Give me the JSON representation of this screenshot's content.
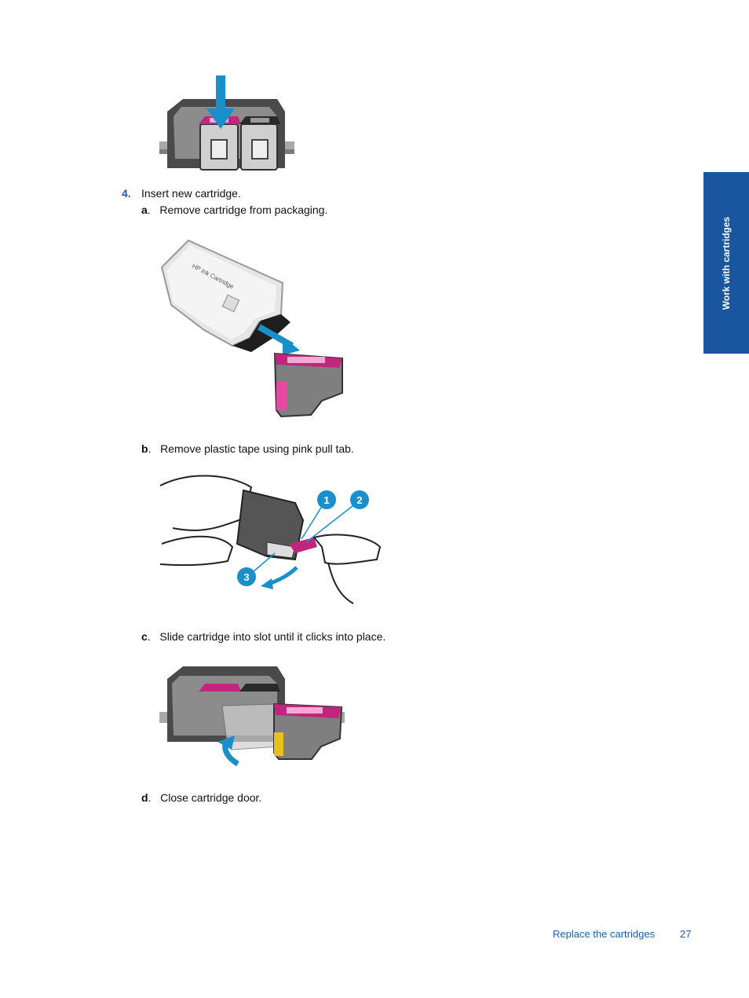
{
  "step4": {
    "number": "4.",
    "text": "Insert new cartridge."
  },
  "substeps": [
    {
      "letter": "a",
      "text": "Remove cartridge from packaging."
    },
    {
      "letter": "b",
      "text": "Remove plastic tape using pink pull tab."
    },
    {
      "letter": "c",
      "text": "Slide cartridge into slot until it clicks into place."
    },
    {
      "letter": "d",
      "text": "Close cartridge door."
    }
  ],
  "figures": {
    "packaging_text": "HP Ink Cartridge",
    "callouts": [
      "1",
      "2",
      "3"
    ]
  },
  "side_tab": {
    "label": "Work with cartridges"
  },
  "footer": {
    "section": "Replace the cartridges",
    "page": "27"
  },
  "colors": {
    "accent_blue": "#1f5fa8",
    "tab_blue": "#1a56a0",
    "arrow_blue": "#1a8fc9",
    "magenta": "#c0267e"
  }
}
